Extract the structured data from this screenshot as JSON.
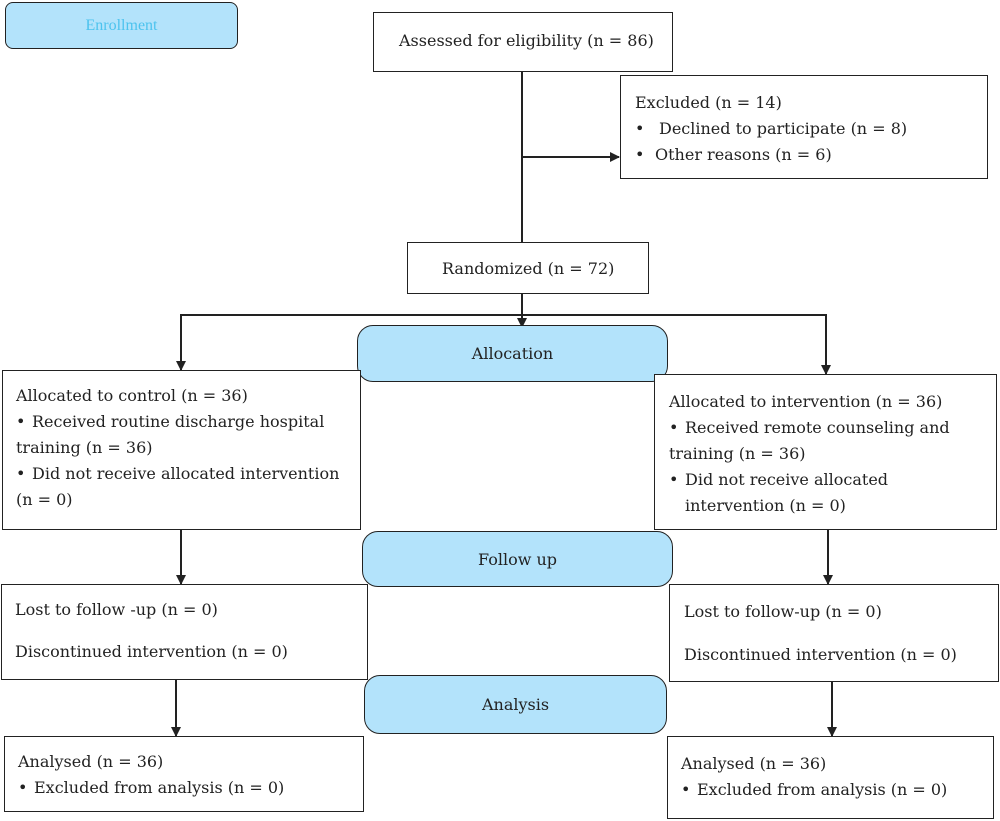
{
  "phases": {
    "enrollment": "Enrollment",
    "allocation": "Allocation",
    "follow_up": "Follow up",
    "analysis": "Analysis"
  },
  "assessed": "Assessed for eligibility (n = 86)",
  "excluded": {
    "title": "Excluded (n = 14)",
    "items": [
      "Declined to participate (n = 8)",
      "Other reasons (n = 6)"
    ]
  },
  "randomized": "Randomized (n = 72)",
  "control": {
    "allocation": {
      "title": "Allocated to control (n = 36)",
      "item1_line1": "Received routine discharge hospital",
      "item1_line2": "training (n = 36)",
      "item2_line1": "Did not receive allocated intervention",
      "item2_line2": "(n = 0)"
    },
    "follow_up": {
      "lost": "Lost to follow -up (n = 0)",
      "discontinued": "Discontinued intervention (n = 0)"
    },
    "analysis": {
      "title": "Analysed (n = 36)",
      "excluded": "Excluded from analysis (n = 0)"
    }
  },
  "intervention": {
    "allocation": {
      "title": "Allocated to intervention (n = 36)",
      "item1_line1": "Received remote counseling and",
      "item1_line2": "training (n = 36)",
      "item2_line1": "Did not receive allocated",
      "item2_line2": "intervention (n = 0)"
    },
    "follow_up": {
      "lost": "Lost to follow-up (n = 0)",
      "discontinued": "Discontinued intervention (n = 0)"
    },
    "analysis": {
      "title": "Analysed (n = 36)",
      "excluded": "Excluded from analysis (n = 0)"
    }
  },
  "bullet_symbol": "•",
  "colors": {
    "phase_fill": "#b3e3fb",
    "enrollment_text": "#4cc3ee",
    "stroke": "#222222"
  }
}
